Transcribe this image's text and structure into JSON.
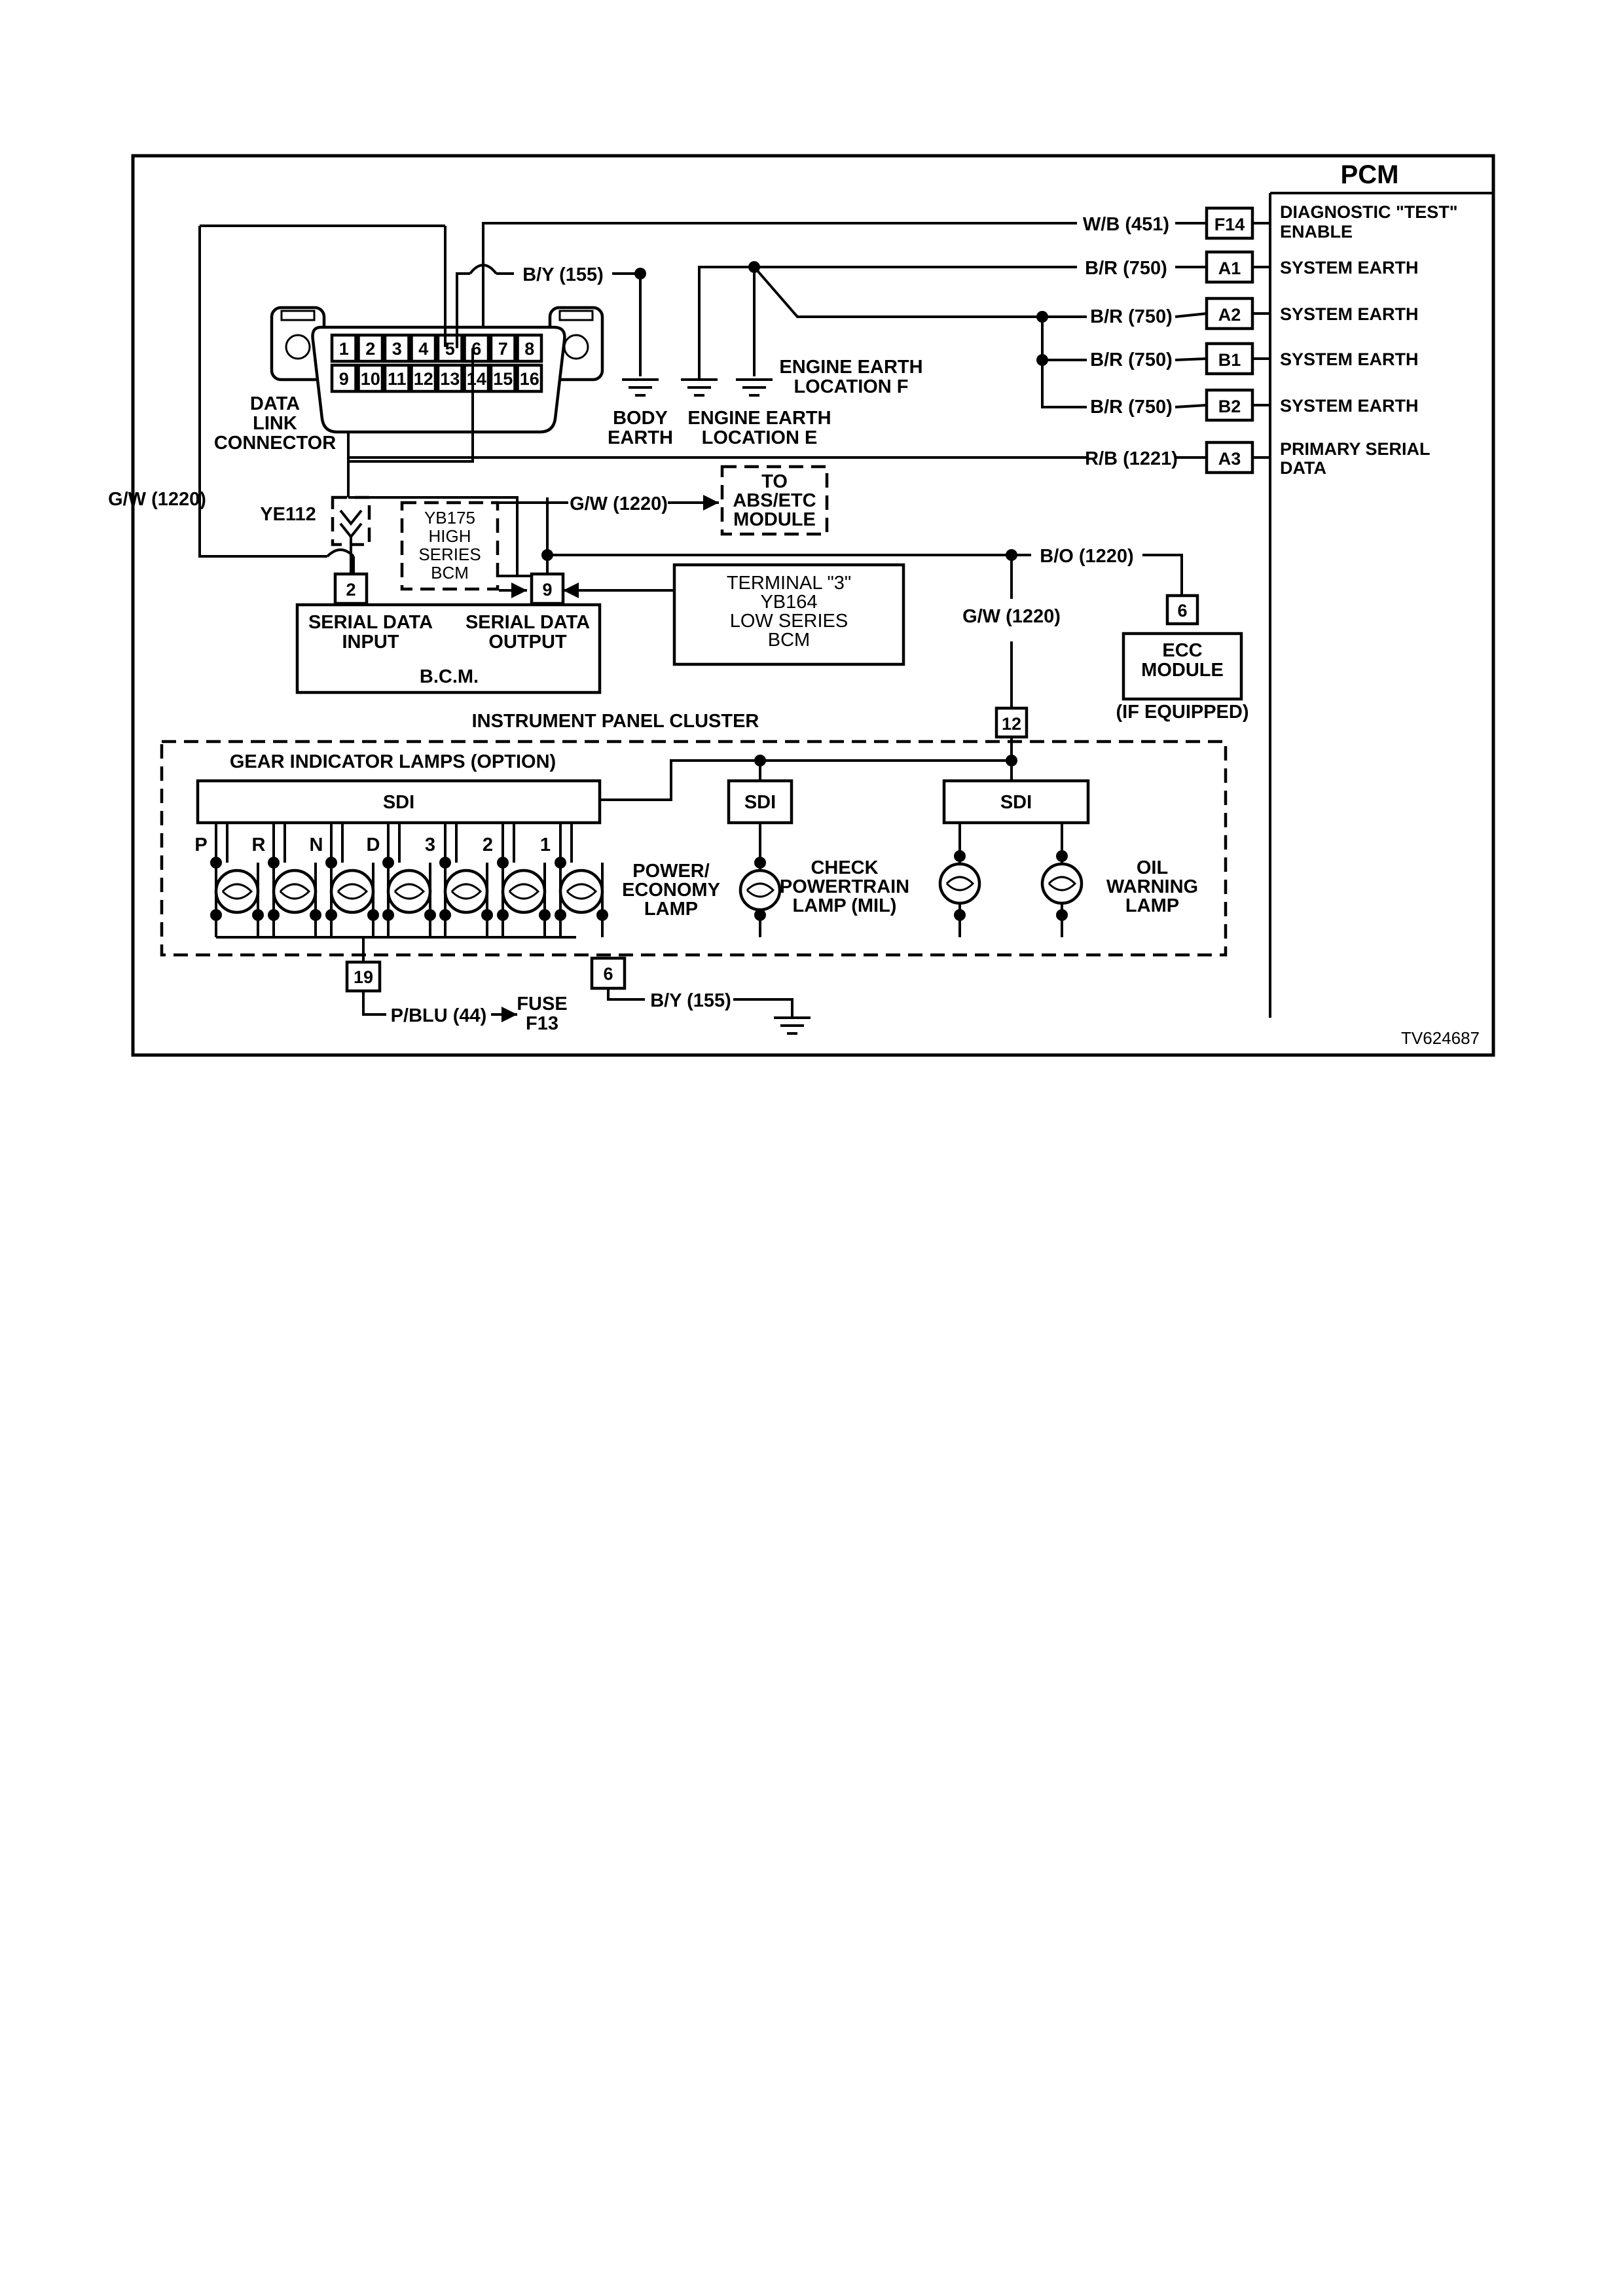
{
  "pcm": {
    "title": "PCM",
    "pins": [
      {
        "pin": "F14",
        "wire": "W/B (451)",
        "func": [
          "DIAGNOSTIC \"TEST\"",
          "ENABLE"
        ]
      },
      {
        "pin": "A1",
        "wire": "B/R (750)",
        "func": [
          "SYSTEM EARTH"
        ]
      },
      {
        "pin": "A2",
        "wire": "B/R (750)",
        "func": [
          "SYSTEM EARTH"
        ]
      },
      {
        "pin": "B1",
        "wire": "B/R (750)",
        "func": [
          "SYSTEM EARTH"
        ]
      },
      {
        "pin": "B2",
        "wire": "B/R (750)",
        "func": [
          "SYSTEM EARTH"
        ]
      },
      {
        "pin": "A3",
        "wire": "R/B (1221)",
        "func": [
          "PRIMARY SERIAL",
          "DATA"
        ]
      }
    ]
  },
  "dlc": {
    "pins_top": [
      "1",
      "2",
      "3",
      "4",
      "5",
      "6",
      "7",
      "8"
    ],
    "pins_bottom": [
      "9",
      "10",
      "11",
      "12",
      "13",
      "14",
      "15",
      "16"
    ],
    "label": [
      "DATA",
      "LINK",
      "CONNECTOR"
    ]
  },
  "wires": {
    "by155_top": "B/Y (155)",
    "gw1220_left": "G/W (1220)",
    "gw1220_mid": "G/W (1220)",
    "gw1220_right": "G/W (1220)",
    "bo1220": "B/O (1220)",
    "pblu44": "P/BLU (44)",
    "by155_bottom": "B/Y (155)"
  },
  "grounds": {
    "body": [
      "BODY",
      "EARTH"
    ],
    "engine_e": [
      "ENGINE EARTH",
      "LOCATION E"
    ],
    "engine_f": [
      "ENGINE EARTH",
      "LOCATION F"
    ]
  },
  "ye112": "YE112",
  "abs": [
    "TO",
    "ABS/ETC",
    "MODULE"
  ],
  "yb175": [
    "YB175",
    "HIGH",
    "SERIES",
    "BCM"
  ],
  "bcm": {
    "pin_in": "2",
    "pin_out": "9",
    "in_label": [
      "SERIAL DATA",
      "INPUT"
    ],
    "out_label": [
      "SERIAL DATA",
      "OUTPUT"
    ],
    "name": "B.C.M."
  },
  "terminal_box": [
    "TERMINAL \"3\"",
    "YB164",
    "LOW SERIES",
    "BCM"
  ],
  "ecc": {
    "pin": "6",
    "name": [
      "ECC",
      "MODULE"
    ],
    "note": "(IF EQUIPPED)"
  },
  "ipc": {
    "title": "INSTRUMENT PANEL CLUSTER",
    "pin12": "12",
    "gear_title": "GEAR INDICATOR LAMPS (OPTION)",
    "sdi": "SDI",
    "gears": [
      "P",
      "R",
      "N",
      "D",
      "3",
      "2",
      "1"
    ],
    "power_lamp": [
      "POWER/",
      "ECONOMY",
      "LAMP"
    ],
    "check_lamp": [
      "CHECK",
      "POWERTRAIN",
      "LAMP (MIL)"
    ],
    "oil_lamp": [
      "OIL",
      "WARNING",
      "LAMP"
    ],
    "pin19": "19",
    "pin6": "6"
  },
  "fuse": [
    "FUSE",
    "F13"
  ],
  "figure_id": "TV624687"
}
